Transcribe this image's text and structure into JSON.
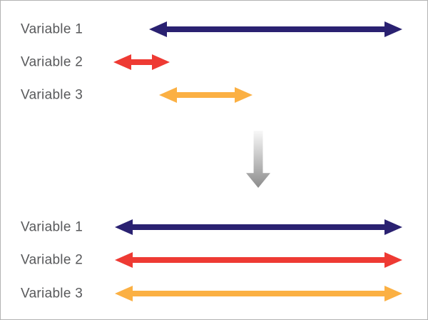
{
  "figure": {
    "background_color": "#ffffff",
    "border_color": "#b3b3b3",
    "label_color": "#58595b",
    "before": {
      "rows": [
        {
          "label": "Variable 1",
          "color": "#2a2171",
          "relative_length": "long"
        },
        {
          "label": "Variable 2",
          "color": "#ee3a33",
          "relative_length": "short"
        },
        {
          "label": "Variable 3",
          "color": "#fbb043",
          "relative_length": "medium"
        }
      ]
    },
    "transform_arrow": {
      "icon": "down-arrow-icon",
      "gradient_top": "#f8f8f8",
      "gradient_bottom": "#8c8c8c"
    },
    "after": {
      "rows": [
        {
          "label": "Variable 1",
          "color": "#2a2171",
          "relative_length": "full"
        },
        {
          "label": "Variable 2",
          "color": "#ee3a33",
          "relative_length": "full"
        },
        {
          "label": "Variable 3",
          "color": "#fbb043",
          "relative_length": "full"
        }
      ]
    }
  }
}
